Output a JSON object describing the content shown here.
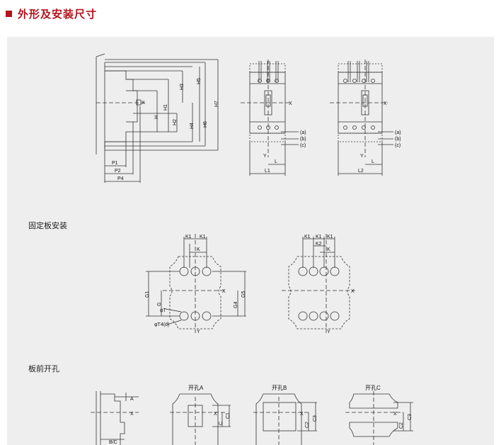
{
  "page": {
    "title": "外形及安装尺寸",
    "sections": {
      "fixed_plate": "固定板安装",
      "front_cutout": "板前开孔"
    }
  },
  "labels": {
    "front_view": [
      "X",
      "H",
      "H1",
      "H2",
      "H3",
      "H4",
      "H5",
      "H6",
      "H7",
      "P1",
      "P2",
      "P4"
    ],
    "side_view_a": [
      "X",
      "Y",
      "(a)",
      "(b)",
      "(c)",
      "L",
      "L1"
    ],
    "side_view_b": [
      "X",
      "Y",
      "(a)",
      "(b)",
      "(c)",
      "L",
      "L2"
    ],
    "mount_3p": [
      "K1",
      "K1",
      "K",
      "X",
      "Y",
      "G1",
      "G",
      "G4",
      "G5",
      "φT",
      "φT4(d)"
    ],
    "mount_4p": [
      "K1",
      "K1",
      "K1",
      "K2",
      "K",
      "X",
      "Y"
    ],
    "cutout_side": [
      "A",
      "X",
      "B/C"
    ],
    "cutout_a": [
      "开孔A",
      "X",
      "C",
      "C1"
    ],
    "cutout_b": [
      "开孔B",
      "X",
      "C2",
      "C3"
    ],
    "cutout_c": [
      "开孔C",
      "X",
      "C2",
      "C3"
    ]
  }
}
